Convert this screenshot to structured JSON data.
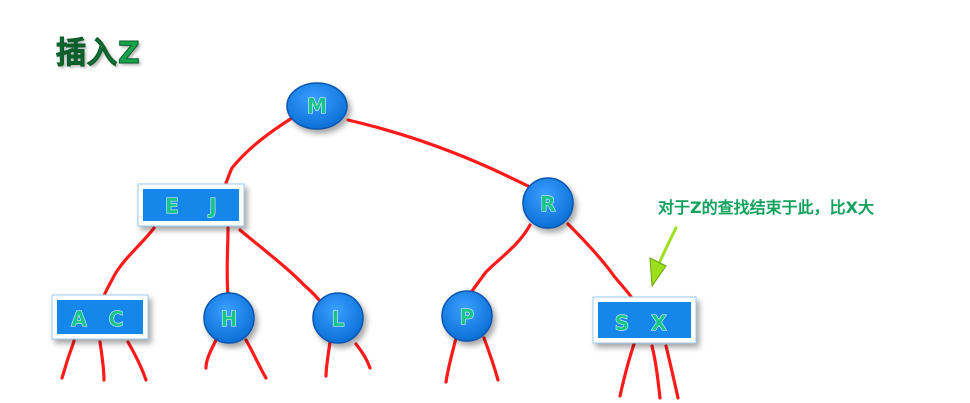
{
  "title": "插入Z",
  "annotation": "对于Z的查找结束于此，比X大",
  "nodes": {
    "m": "M",
    "e": "E",
    "j": "J",
    "r": "R",
    "a": "A",
    "c": "C",
    "h": "H",
    "l": "L",
    "p": "P",
    "s": "S",
    "x": "X"
  },
  "colors": {
    "node_blue": "#1287ea",
    "edge_red": "#ff1a1a",
    "key_green": "#17c48a",
    "arrow_green": "#9be01a",
    "title_green": "#16a34a"
  }
}
